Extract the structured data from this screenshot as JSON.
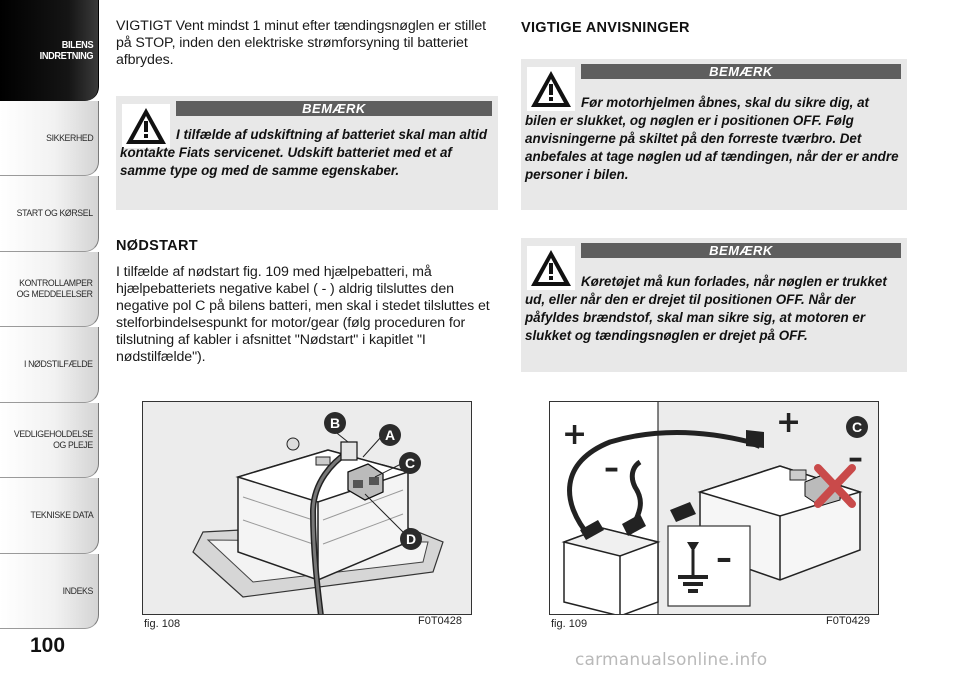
{
  "sidebar": {
    "tabs": [
      {
        "label": "BILENS\nINDRETNING",
        "active": true
      },
      {
        "label": "SIKKERHED",
        "active": false
      },
      {
        "label": "START OG KØRSEL",
        "active": false
      },
      {
        "label": "KONTROLLAMPER\nOG MEDDELELSER",
        "active": false
      },
      {
        "label": "I NØDSTILFÆLDE",
        "active": false
      },
      {
        "label": "VEDLIGEHOLDELSE\nOG PLEJE",
        "active": false
      },
      {
        "label": "TEKNISKE DATA",
        "active": false
      },
      {
        "label": "INDEKS",
        "active": false
      }
    ]
  },
  "page_number": "100",
  "left_column": {
    "intro_text": "VIGTIGT Vent mindst 1 minut efter tændingsnøglen er stillet på STOP, inden den elektriske strømforsyning til batteriet afbrydes.",
    "note": {
      "title": "BEMÆRK",
      "text": "I tilfælde af udskiftning af batteriet skal man altid kontakte Fiats servicenet. Udskift batteriet med et af samme type og med de samme egenskaber."
    },
    "section_heading": "NØDSTART",
    "section_text": "I tilfælde af nødstart fig. 109 med hjælpebatteri, må hjælpebatteriets negative kabel ( - ) aldrig tilsluttes den negative pol C på bilens batteri, men skal i stedet tilsluttes et stelforbindelsespunkt for motor/gear (følg proceduren for tilslutning af kabler i afsnittet \"Nødstart\" i kapitlet \"I nødstilfælde\")."
  },
  "right_column": {
    "heading": "VIGTIGE ANVISNINGER",
    "note1": {
      "title": "BEMÆRK",
      "text": "Før motorhjelmen åbnes, skal du sikre dig, at bilen er slukket, og nøglen er i positionen OFF. Følg anvisningerne på skiltet på den forreste tværbro. Det anbefales at tage nøglen ud af tændingen, når der er andre personer i bilen."
    },
    "note2": {
      "title": "BEMÆRK",
      "text": "Køretøjet må kun forlades, når nøglen er trukket ud, eller når den er drejet til positionen OFF. Når der påfyldes brændstof, skal man sikre sig, at motoren er slukket og tændingsnøglen er drejet på OFF."
    }
  },
  "figures": {
    "fig108": {
      "label": "fig. 108",
      "code": "F0T0428",
      "callouts": [
        "B",
        "A",
        "C",
        "D"
      ]
    },
    "fig109": {
      "label": "fig. 109",
      "code": "F0T0429",
      "callouts": [
        "C"
      ],
      "symbols": {
        "plus": "+",
        "minus": "–"
      }
    }
  },
  "watermark": "carmanualsonline.info",
  "colors": {
    "note_background": "#e8e8e8",
    "note_bar": "#5e5e5e",
    "callout": "#2b2b2b",
    "red_x": "#c94a4a"
  }
}
